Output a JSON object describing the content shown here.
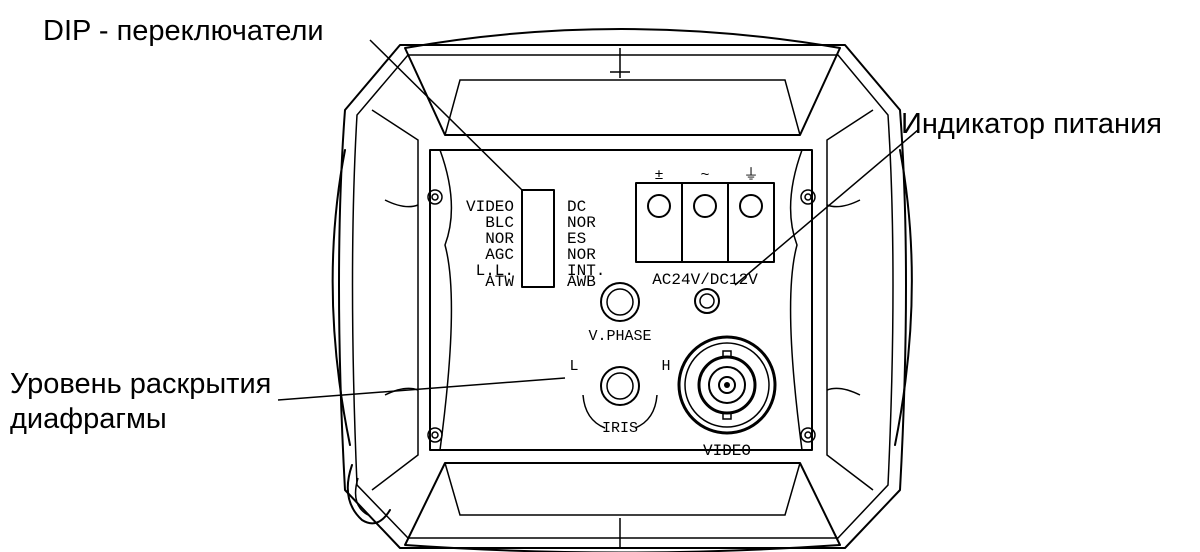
{
  "callouts": {
    "dip": "DIP - переключатели",
    "power": "Индикатор питания",
    "iris_line1": "Уровень раскрытия",
    "iris_line2": "диафрагмы"
  },
  "panel": {
    "dip_left": [
      "VIDEO",
      "BLC",
      "NOR",
      "AGC",
      "L.L.",
      "ATW"
    ],
    "dip_right": [
      "DC",
      "NOR",
      "ES",
      "NOR",
      "INT.",
      "AWB"
    ],
    "terminal_symbols": [
      "±",
      "~",
      "⏚"
    ],
    "power_label": "AC24V/DC12V",
    "vphase": "V.PHASE",
    "iris": "IRIS",
    "iris_low": "L",
    "iris_high": "H",
    "video": "VIDEO"
  }
}
